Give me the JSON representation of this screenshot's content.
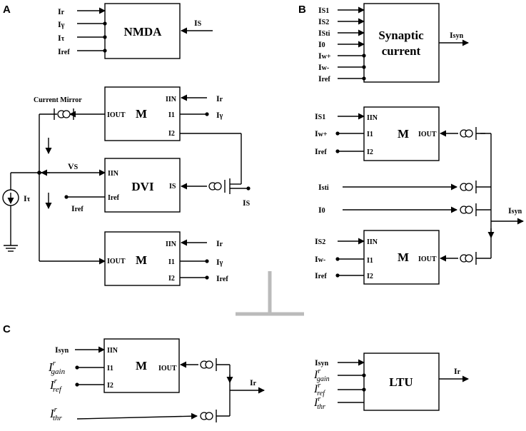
{
  "panels": {
    "a": "A",
    "b": "B",
    "c": "C"
  },
  "nmda": {
    "title": "NMDA",
    "inputs": [
      {
        "main": "I",
        "sub": "r"
      },
      {
        "main": "I",
        "sub": "γ"
      },
      {
        "main": "I",
        "sub": "τ"
      },
      {
        "main": "I",
        "sub": "ref"
      }
    ],
    "right_input": {
      "main": "I",
      "sub": "S"
    }
  },
  "panel_a": {
    "current_mirror_label": "Current Mirror",
    "vs_label": {
      "main": "V",
      "sub": "S"
    },
    "source_label": {
      "main": "I",
      "sub": "τ"
    },
    "m_top": {
      "title": "M",
      "ports": {
        "iout": "IOUT",
        "iin": "IIN",
        "i1": "I1",
        "i2": "I2"
      },
      "inputs": [
        {
          "main": "I",
          "sub": "r"
        },
        {
          "main": "I",
          "sub": "γ"
        }
      ]
    },
    "dvi": {
      "title": "DVI",
      "ports": {
        "iin": "IIN",
        "iref": "Iref",
        "is": "IS"
      },
      "iref_label": {
        "main": "I",
        "sub": "ref"
      },
      "is_label": {
        "main": "I",
        "sub": "S"
      }
    },
    "m_bottom": {
      "title": "M",
      "ports": {
        "iout": "IOUT",
        "iin": "IIN",
        "i1": "I1",
        "i2": "I2"
      },
      "inputs": [
        {
          "main": "I",
          "sub": "r"
        },
        {
          "main": "I",
          "sub": "γ"
        },
        {
          "main": "I",
          "sub": "ref"
        }
      ]
    }
  },
  "synaptic": {
    "title_line1": "Synaptic",
    "title_line2": "current",
    "inputs": [
      {
        "main": "I",
        "sub": "S1"
      },
      {
        "main": "I",
        "sub": "S2"
      },
      {
        "main": "I",
        "sub": "Sti"
      },
      {
        "main": "I",
        "sub": "0"
      },
      {
        "main": "I",
        "sub": "w+"
      },
      {
        "main": "I",
        "sub": "w-"
      },
      {
        "main": "I",
        "sub": "ref"
      }
    ],
    "output": {
      "main": "I",
      "sub": "syn"
    }
  },
  "panel_b": {
    "m_top": {
      "title": "M",
      "ports": {
        "iin": "IIN",
        "i1": "I1",
        "i2": "I2",
        "iout": "IOUT"
      },
      "inputs": [
        {
          "main": "I",
          "sub": "S1"
        },
        {
          "main": "I",
          "sub": "w+"
        },
        {
          "main": "I",
          "sub": "ref"
        }
      ]
    },
    "mid_inputs": [
      {
        "main": "I",
        "sub": "sti"
      },
      {
        "main": "I",
        "sub": "0"
      }
    ],
    "output": {
      "main": "I",
      "sub": "syn"
    },
    "m_bottom": {
      "title": "M",
      "ports": {
        "iin": "IIN",
        "i1": "I1",
        "i2": "I2",
        "iout": "IOUT"
      },
      "inputs": [
        {
          "main": "I",
          "sub": "S2"
        },
        {
          "main": "I",
          "sub": "w-"
        },
        {
          "main": "I",
          "sub": "ref"
        }
      ]
    }
  },
  "panel_c": {
    "m": {
      "title": "M",
      "ports": {
        "iin": "IIN",
        "i1": "I1",
        "i2": "I2",
        "iout": "IOUT"
      },
      "inputs": [
        {
          "main": "I",
          "sub": "syn"
        },
        {
          "main": "I",
          "sup": "r",
          "sub": "gain"
        },
        {
          "main": "I",
          "sup": "r",
          "sub": "ref"
        }
      ]
    },
    "thr": {
      "main": "I",
      "sup": "r",
      "sub": "thr"
    },
    "output": {
      "main": "I",
      "sub": "r"
    }
  },
  "ltu": {
    "title": "LTU",
    "inputs": [
      {
        "main": "I",
        "sub": "syn"
      },
      {
        "main": "I",
        "sup": "r",
        "sub": "gain"
      },
      {
        "main": "I",
        "sup": "r",
        "sub": "ref"
      },
      {
        "main": "I",
        "sup": "r",
        "sub": "thr"
      }
    ],
    "output": {
      "main": "I",
      "sub": "r"
    }
  }
}
